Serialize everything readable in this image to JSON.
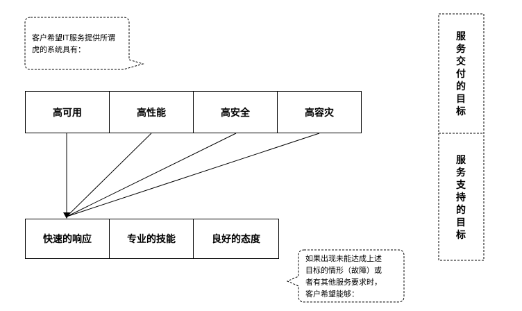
{
  "callout_top": {
    "line1": "客户希望IT服务提供所谓",
    "line2": "虎的系统具有："
  },
  "top_row": [
    "高可用",
    "高性能",
    "高安全",
    "高容灾"
  ],
  "bottom_row": [
    "快速的响应",
    "专业的技能",
    "良好的态度"
  ],
  "callout_bottom": {
    "line1": "如果出现未能达成上述",
    "line2": "目标的情形（故障）或",
    "line3": "者有其他服务要求时，",
    "line4": "客户希望能够："
  },
  "side_panel": {
    "goal_delivery": "服务交付的目标",
    "goal_support": "服务支持的目标"
  }
}
